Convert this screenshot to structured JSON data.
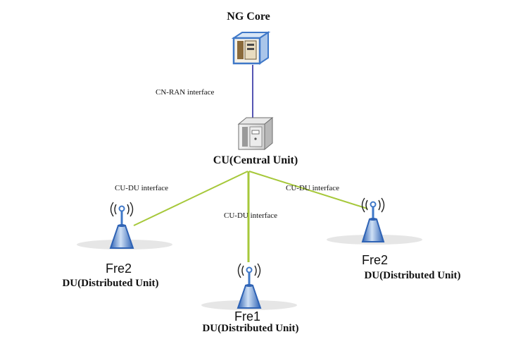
{
  "nodes": {
    "core": {
      "label": "NG Core"
    },
    "cu": {
      "label": "CU(Central Unit)"
    },
    "du_left": {
      "label": "DU(Distributed Unit)",
      "freq": "Fre2"
    },
    "du_center": {
      "label": "DU(Distributed Unit)",
      "freq": "Fre1"
    },
    "du_right": {
      "label": "DU(Distributed Unit)",
      "freq": "Fre2"
    }
  },
  "links": {
    "cn_ran": {
      "label": "CN-RAN interface"
    },
    "cu_du_left": {
      "label": "CU-DU interface"
    },
    "cu_du_center": {
      "label": "CU-DU interface"
    },
    "cu_du_right": {
      "label": "CU-DU interface"
    }
  },
  "colors": {
    "cn_ran_link": "#2a2aa0",
    "cu_du_link": "#a6c83a",
    "antenna_blue": "#3f78c8",
    "ground_shadow": "#e6e6e6"
  }
}
